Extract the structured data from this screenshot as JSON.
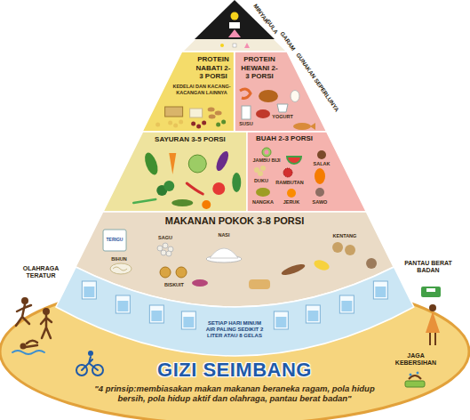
{
  "diagram": {
    "title": "GIZI SEIMBANG",
    "caption": "\"4 prinsip:membiasakan makan makanan beraneka ragam, pola hidup bersih, pola hidup aktif dan olahraga, pantau berat badan\"",
    "nodes": [
      {
        "text": [
          "PROTEIN NABATI 2-3 PORSI",
          "KEDELAI DAN KACANG-KACANGAN LAINNYA"
        ]
      },
      {
        "text": [
          "PROTEIN HEWANI 2-3 PORSI",
          "SUSU",
          "YOGURT"
        ]
      },
      {
        "text": [
          "SAYURAN 3-5 PORSI"
        ]
      },
      {
        "text": [
          "BUAH 2-3 PORSI",
          "JAMBU BIJI",
          "SALAK",
          "DUKU",
          "RAMBUTAN",
          "NANGKA",
          "JERUK",
          "SAWO"
        ]
      },
      {
        "text": [
          "MAKANAN POKOK 3-8 PORSI",
          "TERIGU",
          "SAGU",
          "NASI",
          "KENTANG",
          "BIHUN",
          "BISKUIT"
        ]
      },
      {
        "text": [
          "SETIAP HARI MINUM AIR PALING SEDIKIT 2 LITER ATAU 8 GELAS"
        ]
      }
    ],
    "labels": [
      "MINYAK",
      "GULA",
      "GARAM",
      "GUNAKAN SEPERLUNYA",
      "OLAHRAGA TERATUR",
      "PANTAU BERAT BADAN",
      "JAGA KEBERSIHAN"
    ]
  }
}
